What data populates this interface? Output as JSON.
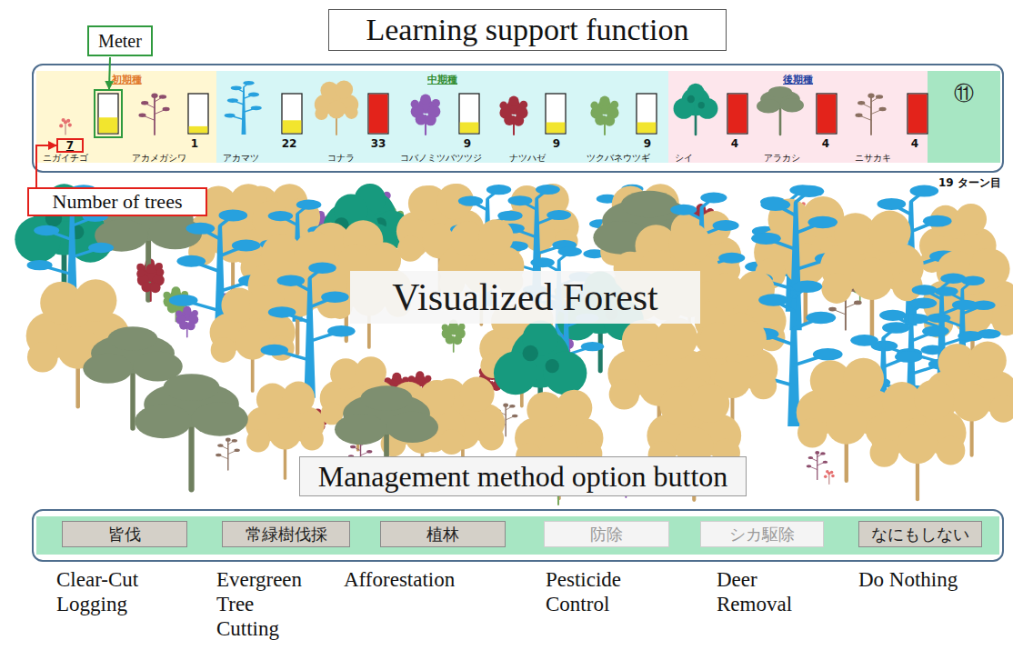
{
  "diagram": {
    "nodes": [
      {
        "text": [
          "Learning support function"
        ]
      },
      {
        "text": [
          "初期種"
        ],
        "in": 0
      },
      {
        "text": [
          "中期種"
        ],
        "in": 0
      },
      {
        "text": [
          "後期種"
        ],
        "in": 0
      },
      {
        "text": [
          "⑪"
        ],
        "in": 0
      },
      {
        "text": [
          "7"
        ],
        "in": 1
      },
      {
        "text": [
          "Meter"
        ]
      },
      {
        "text": [
          "Number of trees"
        ]
      },
      {
        "text": [
          "Visualized Forest"
        ]
      },
      {
        "text": [
          "Management method option button"
        ]
      },
      {
        "text": [
          "皆伐"
        ],
        "in": 9
      },
      {
        "text": [
          "常緑樹伐採"
        ],
        "in": 9
      },
      {
        "text": [
          "植林"
        ],
        "in": 9
      },
      {
        "text": [
          "防除"
        ],
        "in": 9
      },
      {
        "text": [
          "シカ駆除"
        ],
        "in": 9
      },
      {
        "text": [
          "なにもしない"
        ],
        "in": 9
      }
    ],
    "edges": [
      {
        "from": 7,
        "to": 5,
        "arrow": "to"
      }
    ],
    "labels": [
      "1",
      "22",
      "33",
      "9",
      "9",
      "9",
      "4",
      "4",
      "4",
      "ニガイチゴ",
      "アカメガシワ",
      "アカマツ",
      "コナラ",
      "コバノミツバツツジ",
      "ナツハゼ",
      "ツクバネウツギ",
      "シイ",
      "アラカシ",
      "ニサカキ",
      "19 ターン目",
      "Clear-Cut Logging",
      "Evergreen Tree Cutting",
      "Afforestation",
      "Pesticide Control",
      "Deer Removal",
      "Do Nothing"
    ]
  }
}
